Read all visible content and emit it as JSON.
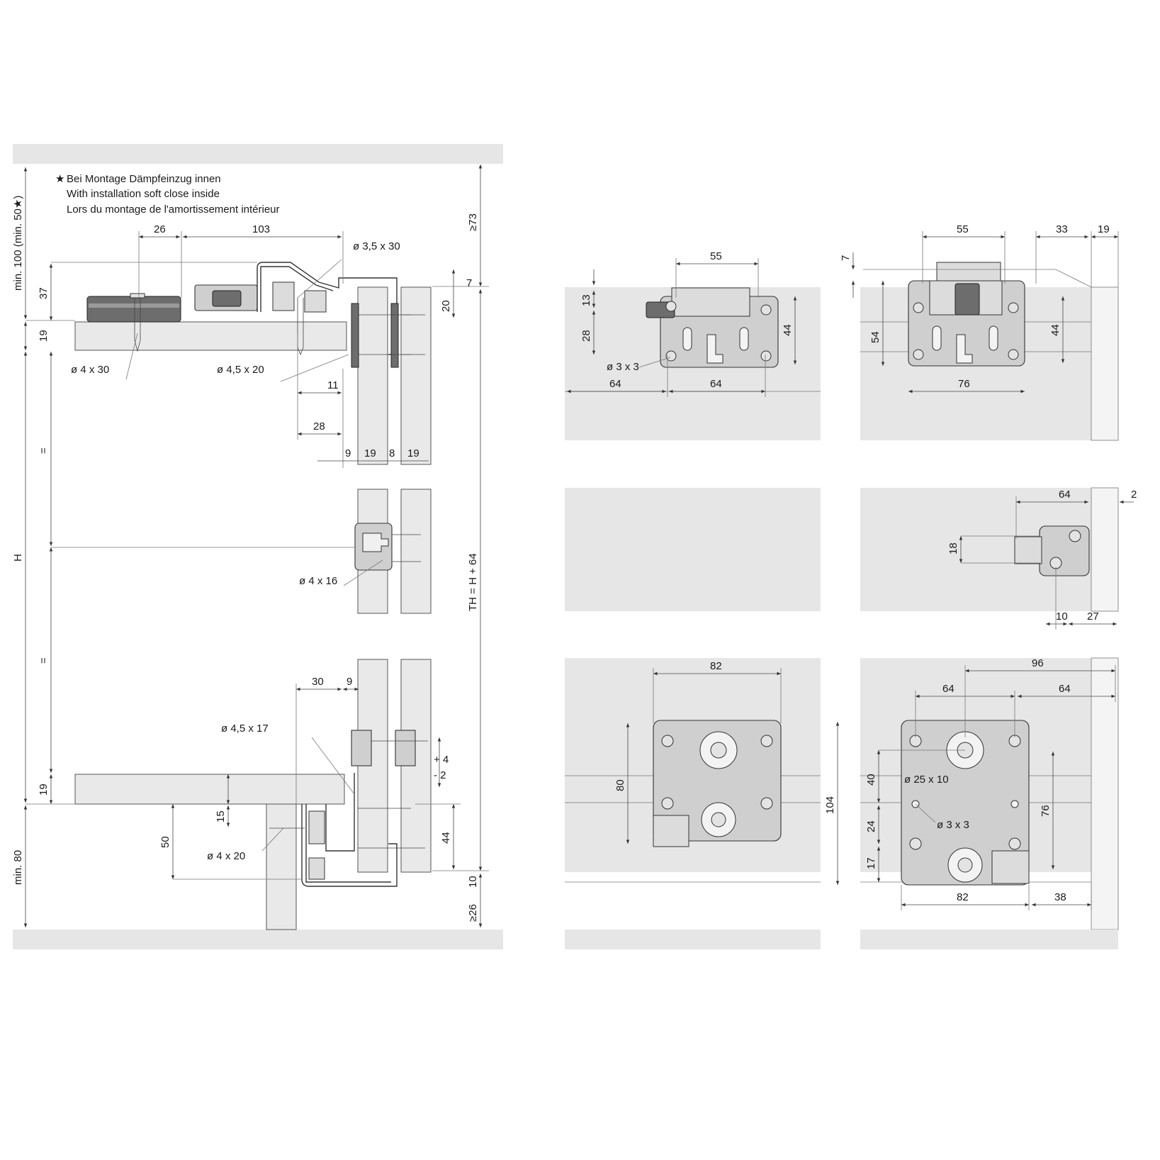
{
  "note": {
    "star": "★",
    "line_de": "Bei Montage Dämpfeinzug innen",
    "line_en": "With installation soft close inside",
    "line_fr": "Lors du montage de l'amortissement intérieur"
  },
  "left_view": {
    "dims": {
      "min_top": "min. 100 (min. 50★)",
      "d26": "26",
      "d103": "103",
      "screw_3_5x30": "ø 3,5 x 30",
      "d37": "37",
      "d19_top": "19",
      "screw_4x30": "ø 4 x 30",
      "screw_4_5x20": "ø 4,5 x 20",
      "d11": "11",
      "d28": "28",
      "d9": "9",
      "d19_a": "19",
      "d8": "8",
      "d19_b": "19",
      "d20": "20",
      "d7": "7",
      "ge73": "≥73",
      "eq_top": "=",
      "H": "H",
      "screw_4x16": "ø 4 x 16",
      "TH": "TH = H + 64",
      "eq_bottom": "=",
      "d30": "30",
      "d9_b": "9",
      "screw_4_5x17": "ø 4,5 x 17",
      "plus4": "+ 4",
      "minus2": "- 2",
      "d19_bottom": "19",
      "d15": "15",
      "d50": "50",
      "screw_4x20": "ø 4 x 20",
      "d44": "44",
      "d10": "10",
      "ge26": "≥26",
      "min80": "min. 80"
    }
  },
  "right_views": {
    "top_left": {
      "d55": "55",
      "d13": "13",
      "d28": "28",
      "d44": "44",
      "screw": "ø 3 x 3",
      "d64_a": "64",
      "d64_b": "64"
    },
    "top_right": {
      "d7": "7",
      "d55": "55",
      "d33": "33",
      "d19": "19",
      "d54": "54",
      "d44": "44",
      "d76": "76"
    },
    "mid_right": {
      "d64": "64",
      "d2": "2",
      "d18": "18",
      "d10": "10",
      "d27": "27"
    },
    "bottom_left": {
      "d82": "82",
      "d80": "80"
    },
    "bottom_right": {
      "d96": "96",
      "d64_a": "64",
      "d64_b": "64",
      "d40": "40",
      "hole_25x10": "ø 25 x 10",
      "d76": "76",
      "d104": "104",
      "d24": "24",
      "screw": "ø 3 x 3",
      "d17": "17",
      "d82": "82",
      "d38": "38"
    }
  }
}
